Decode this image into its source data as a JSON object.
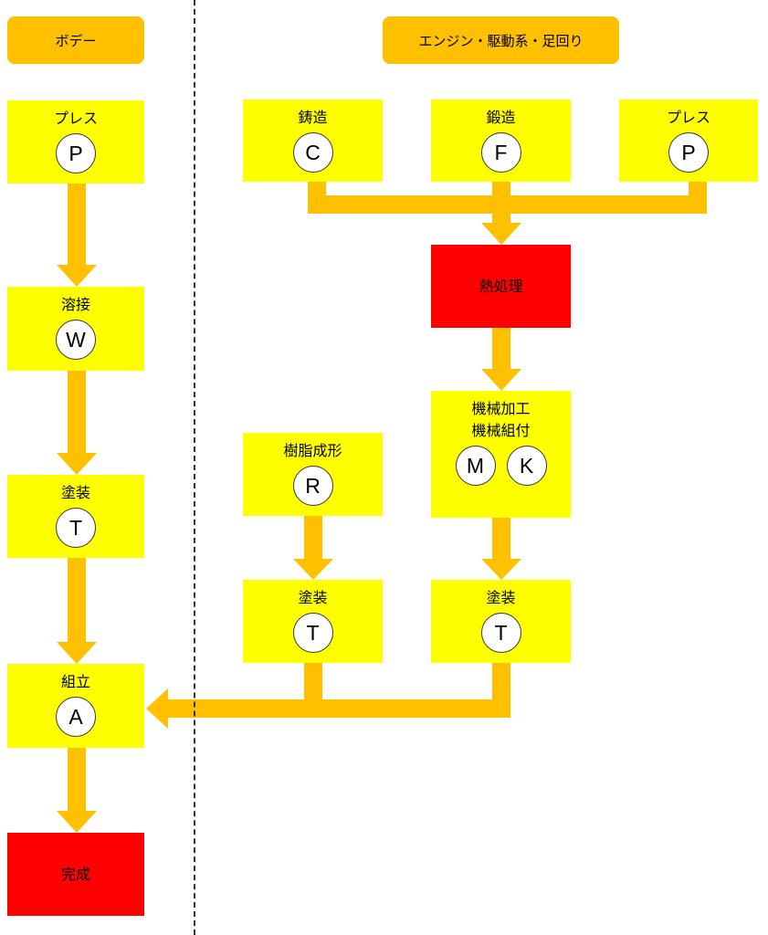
{
  "headers": {
    "body": "ボデー",
    "engine": "エンジン・駆動系・足回り"
  },
  "nodes": {
    "press_body": {
      "label": "プレス",
      "code": "P"
    },
    "weld": {
      "label": "溶接",
      "code": "W"
    },
    "paint_body": {
      "label": "塗装",
      "code": "T"
    },
    "assembly": {
      "label": "組立",
      "code": "A"
    },
    "complete": {
      "label": "完成"
    },
    "casting": {
      "label": "鋳造",
      "code": "C"
    },
    "forging": {
      "label": "鍛造",
      "code": "F"
    },
    "press_engine": {
      "label": "プレス",
      "code": "P"
    },
    "heat_treatment": {
      "label": "熱処理"
    },
    "machining": {
      "label1": "機械加工",
      "label2": "機械組付",
      "code1": "M",
      "code2": "K"
    },
    "resin_molding": {
      "label": "樹脂成形",
      "code": "R"
    },
    "paint_resin": {
      "label": "塗装",
      "code": "T"
    },
    "paint_machined": {
      "label": "塗装",
      "code": "T"
    }
  },
  "colors": {
    "process_box": "#ffff00",
    "key_step_box": "#ff0000",
    "header": "#ffc000",
    "arrow": "#ffc000"
  }
}
